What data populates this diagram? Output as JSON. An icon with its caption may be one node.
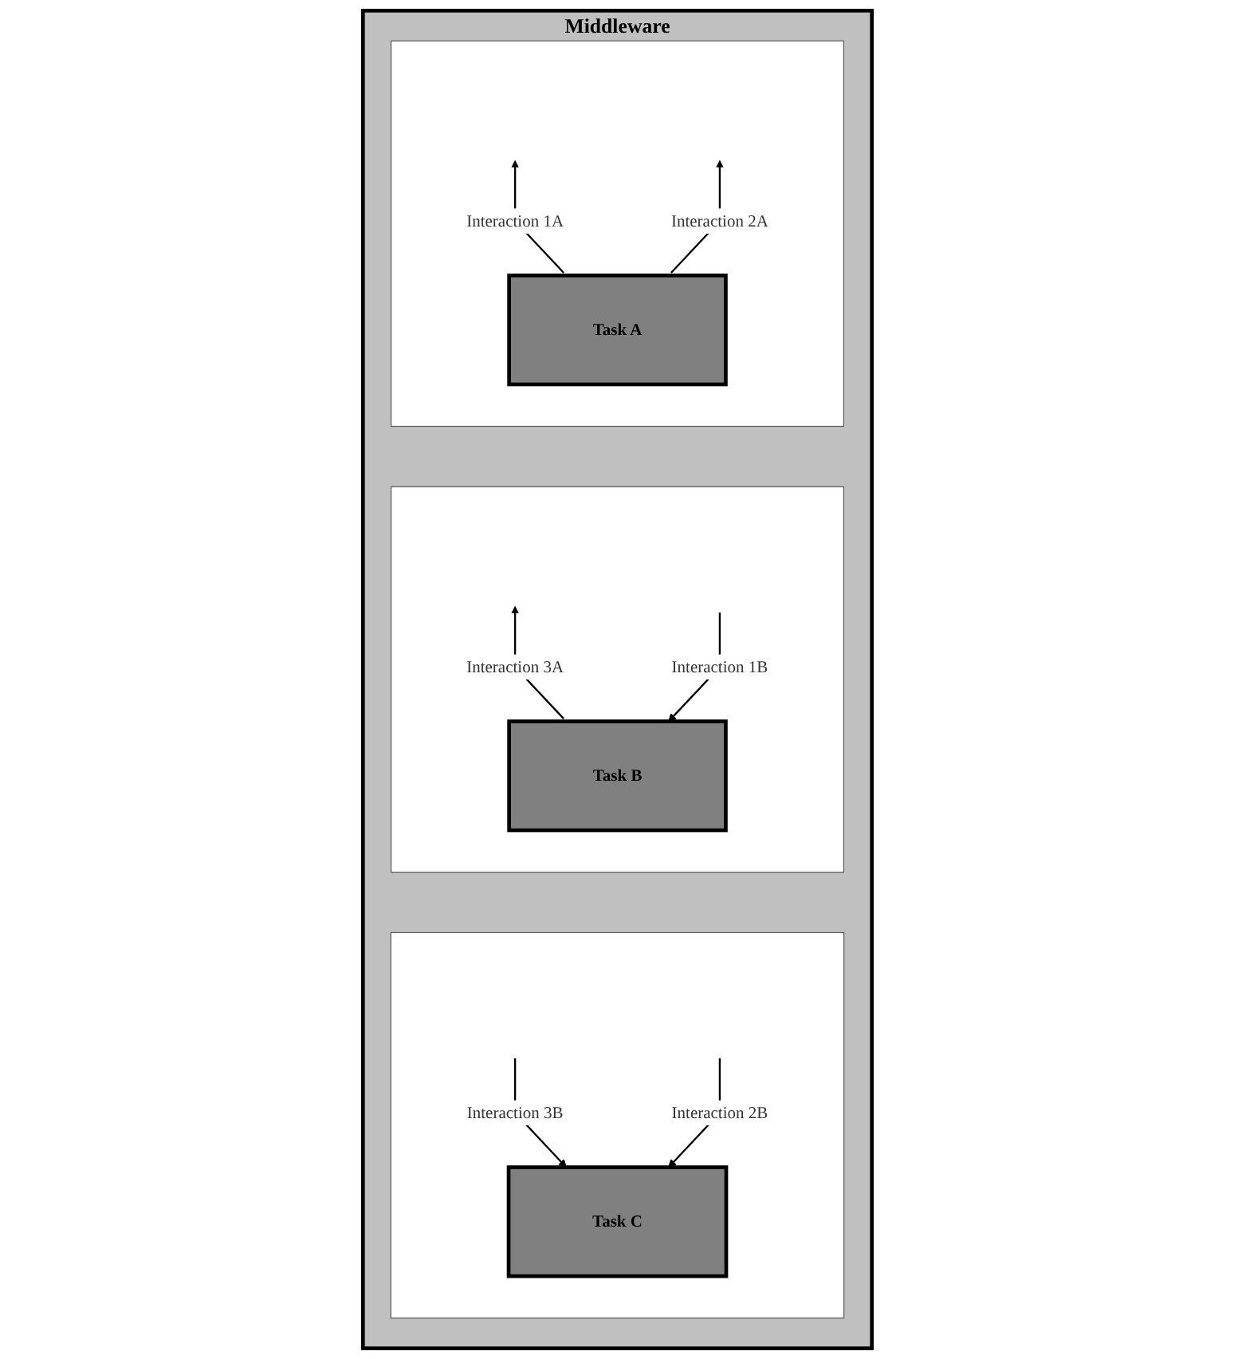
{
  "diagram": {
    "nodes": [
      {
        "text": [
          "Middleware"
        ]
      },
      {
        "text": [],
        "shape": "box",
        "in": 0
      },
      {
        "text": [
          "Task A"
        ],
        "in": 1
      },
      {
        "text": [],
        "shape": "box",
        "in": 0
      },
      {
        "text": [
          "Task B"
        ],
        "in": 3
      },
      {
        "text": [],
        "shape": "box",
        "in": 0
      },
      {
        "text": [
          "Task C"
        ],
        "in": 5
      }
    ],
    "edges": [
      {
        "from": 2,
        "to": null,
        "arrow": "to",
        "label": "Interaction 1A"
      },
      {
        "from": 2,
        "to": null,
        "arrow": "to",
        "label": "Interaction 2A"
      },
      {
        "from": 4,
        "to": null,
        "arrow": "to",
        "label": "Interaction 3A"
      },
      {
        "from": null,
        "to": 4,
        "arrow": "to",
        "label": "Interaction 1B"
      },
      {
        "from": null,
        "to": 6,
        "arrow": "to",
        "label": "Interaction 3B"
      },
      {
        "from": null,
        "to": 6,
        "arrow": "to",
        "label": "Interaction 2B"
      }
    ]
  }
}
